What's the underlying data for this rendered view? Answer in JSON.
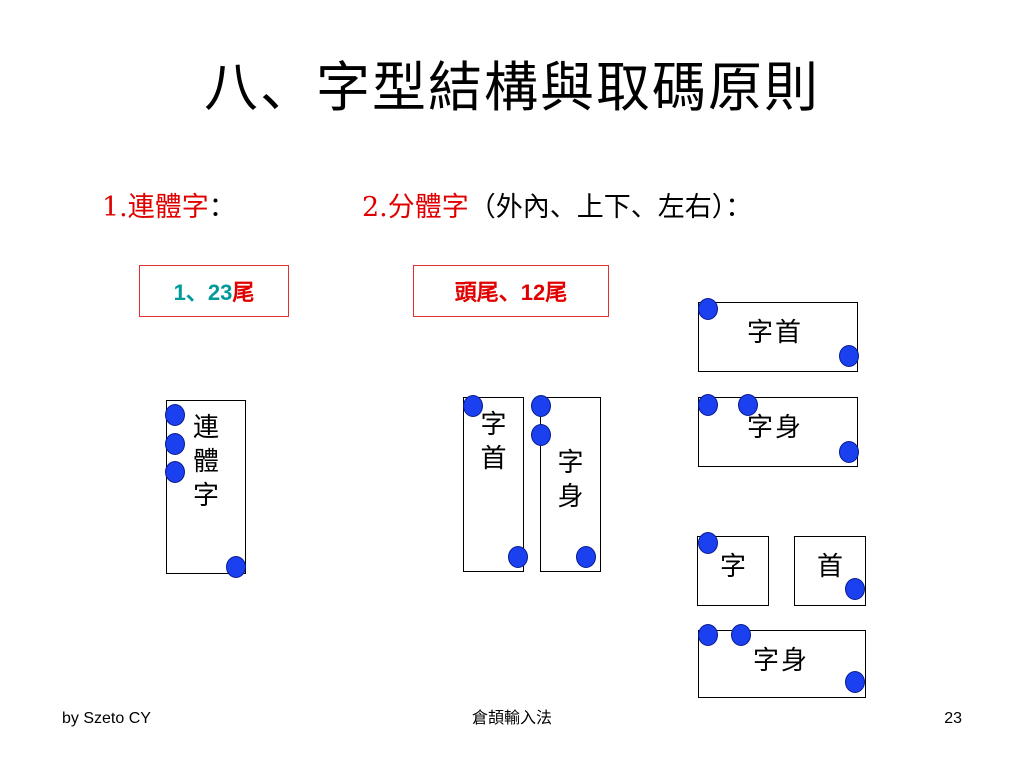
{
  "slide": {
    "title": "八、字型結構與取碼原則"
  },
  "section1": {
    "number": "1.",
    "name": "連體字",
    "colon": "：",
    "label_part1": "1、23",
    "label_part2": "尾",
    "box_text": "連體字"
  },
  "section2": {
    "number": "2.",
    "name": "分體字",
    "paren": "（外內、上下、左右）：",
    "label": "頭尾、12尾",
    "lr_left": "字首",
    "lr_right": "字身",
    "tb1_head": "字首",
    "tb1_body": "字身",
    "split_left": "字",
    "split_right": "首",
    "tb2_body": "字身"
  },
  "footer": {
    "author": "by Szeto CY",
    "center": "倉頡輸入法",
    "page": "23"
  },
  "colors": {
    "heading_red": "#e00000",
    "label_teal": "#009a9a",
    "dot_blue": "#1a40f0"
  }
}
